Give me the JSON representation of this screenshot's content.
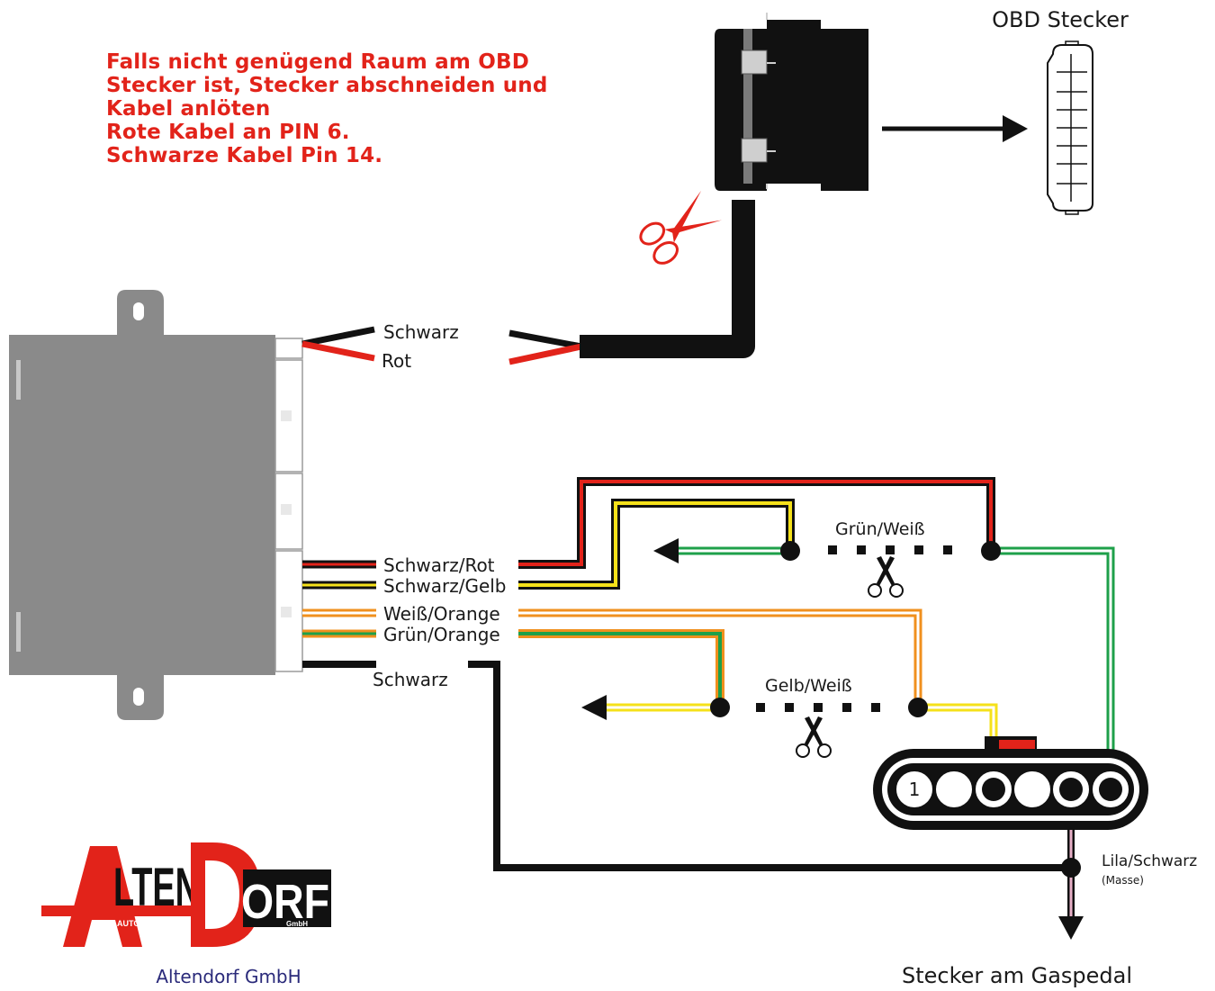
{
  "warning": {
    "line1": "Falls nicht genügend Raum am OBD",
    "line2": "Stecker ist, Stecker abschneiden und",
    "line3": "Kabel anlöten",
    "line4": "Rote Kabel an PIN 6.",
    "line5": "Schwarze Kabel Pin 14."
  },
  "obd_title": "OBD Stecker",
  "wires": {
    "schwarz_top": "Schwarz",
    "rot": "Rot",
    "schwarz_rot": "Schwarz/Rot",
    "schwarz_gelb": "Schwarz/Gelb",
    "weiss_orange": "Weiß/Orange",
    "gruen_orange": "Grün/Orange",
    "schwarz_bottom": "Schwarz",
    "gruen_weiss": "Grün/Weiß",
    "gelb_weiss": "Gelb/Weiß",
    "lila_schwarz": "Lila/Schwarz",
    "masse": "(Masse)"
  },
  "pedal_connector_title": "Stecker am Gaspedal",
  "pin_one": "1",
  "logo": {
    "letters_a": "A",
    "letters_lten": "LTEN",
    "letters_d": "D",
    "letters_orf": "ORF",
    "automotive": "AUTOMOTIVE",
    "gmbh_small": "GmbH"
  },
  "company_name": "Altendorf GmbH",
  "colors": {
    "warning_red": "#e2231a",
    "wire_red": "#e2231a",
    "wire_black": "#111111",
    "wire_yellow": "#f5e11a",
    "wire_orange": "#f0901e",
    "wire_green": "#1ea04a",
    "wire_pink": "#e8b0c8",
    "module_grey": "#8a8a8a"
  }
}
